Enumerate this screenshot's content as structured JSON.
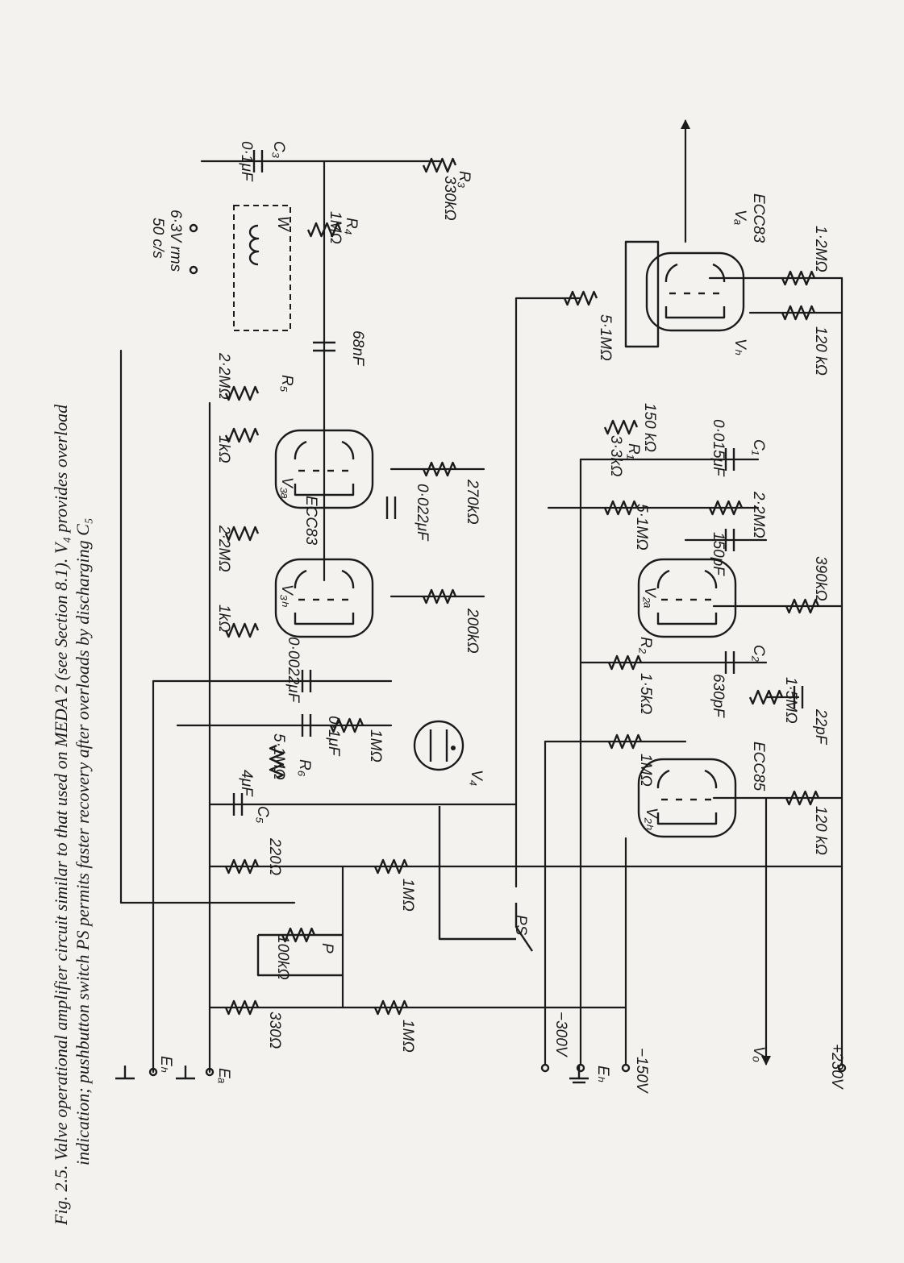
{
  "figure": {
    "caption_line1": "Fig. 2.5. Valve operational amplifier circuit similar to that used on MEDA 2 (see Section 8.1). V₄ provides overload",
    "caption_line2": "indication; pushbutton switch PS permits faster recovery after overloads by discharging C₅"
  },
  "labels": {
    "plus230": "+230V",
    "vo": "Vₒ",
    "minus150": "−150V",
    "eb1": "Eₕ",
    "minus300": "−300V",
    "ea": "Eₐ",
    "eb2": "Eₕ",
    "r12m": "1·2MΩ",
    "r120a": "120 kΩ",
    "r390": "390kΩ",
    "r120b": "120 kΩ",
    "ecc83a": "ECC83",
    "va": "Vₐ",
    "vb": "Vₕ",
    "ecc85": "ECC85",
    "r51a": "5·1MΩ",
    "c1": "C₁",
    "c1v": "0·015μF",
    "r22m": "2·2MΩ",
    "c150": "150pF",
    "r150": "150 kΩ",
    "r1": "R₁",
    "r33": "3·3kΩ",
    "r51b": "5·1MΩ",
    "v2a": "V₂ₐ",
    "c2": "C₂",
    "c630": "630pF",
    "r15m": "1·5MΩ",
    "c22": "22pF",
    "r2": "R₂",
    "r15k": "1·5kΩ",
    "r1m_a": "1MΩ",
    "v2b": "V₂ₕ",
    "r3": "R₃",
    "r330k": "330kΩ",
    "r4": "R₄",
    "r1m_b": "1MΩ",
    "w": "W",
    "v63": "6·3V rms",
    "c50": "50 c/s",
    "c3": "C₃",
    "c01": "0·1μF",
    "c68": "68nF",
    "r5": "R₅",
    "r22m_b": "2·2MΩ",
    "r1k_a": "1kΩ",
    "v3a": "V₃ₐ",
    "ecc83b": "ECC83",
    "r270": "270kΩ",
    "c0022": "0·022μF",
    "r22m_c": "2·2MΩ",
    "v3b": "V₃ₕ",
    "r1k_b": "1kΩ",
    "r200": "200kΩ",
    "c00022": "0·0022μF",
    "r1m_c": "1MΩ",
    "c01b": "0·1μF",
    "r6": "R₆",
    "r51c": "5·1MΩ",
    "v4": "V₄",
    "c5": "C₅",
    "c4u": "4μF",
    "r220": "220Ω",
    "r1m_d": "1MΩ",
    "ps": "PS",
    "p": "P",
    "p100": "100kΩ",
    "r1m_e": "1MΩ",
    "r330": "330Ω"
  },
  "colors": {
    "ink": "#1b1b1b",
    "paper": "#f3f2ee"
  }
}
